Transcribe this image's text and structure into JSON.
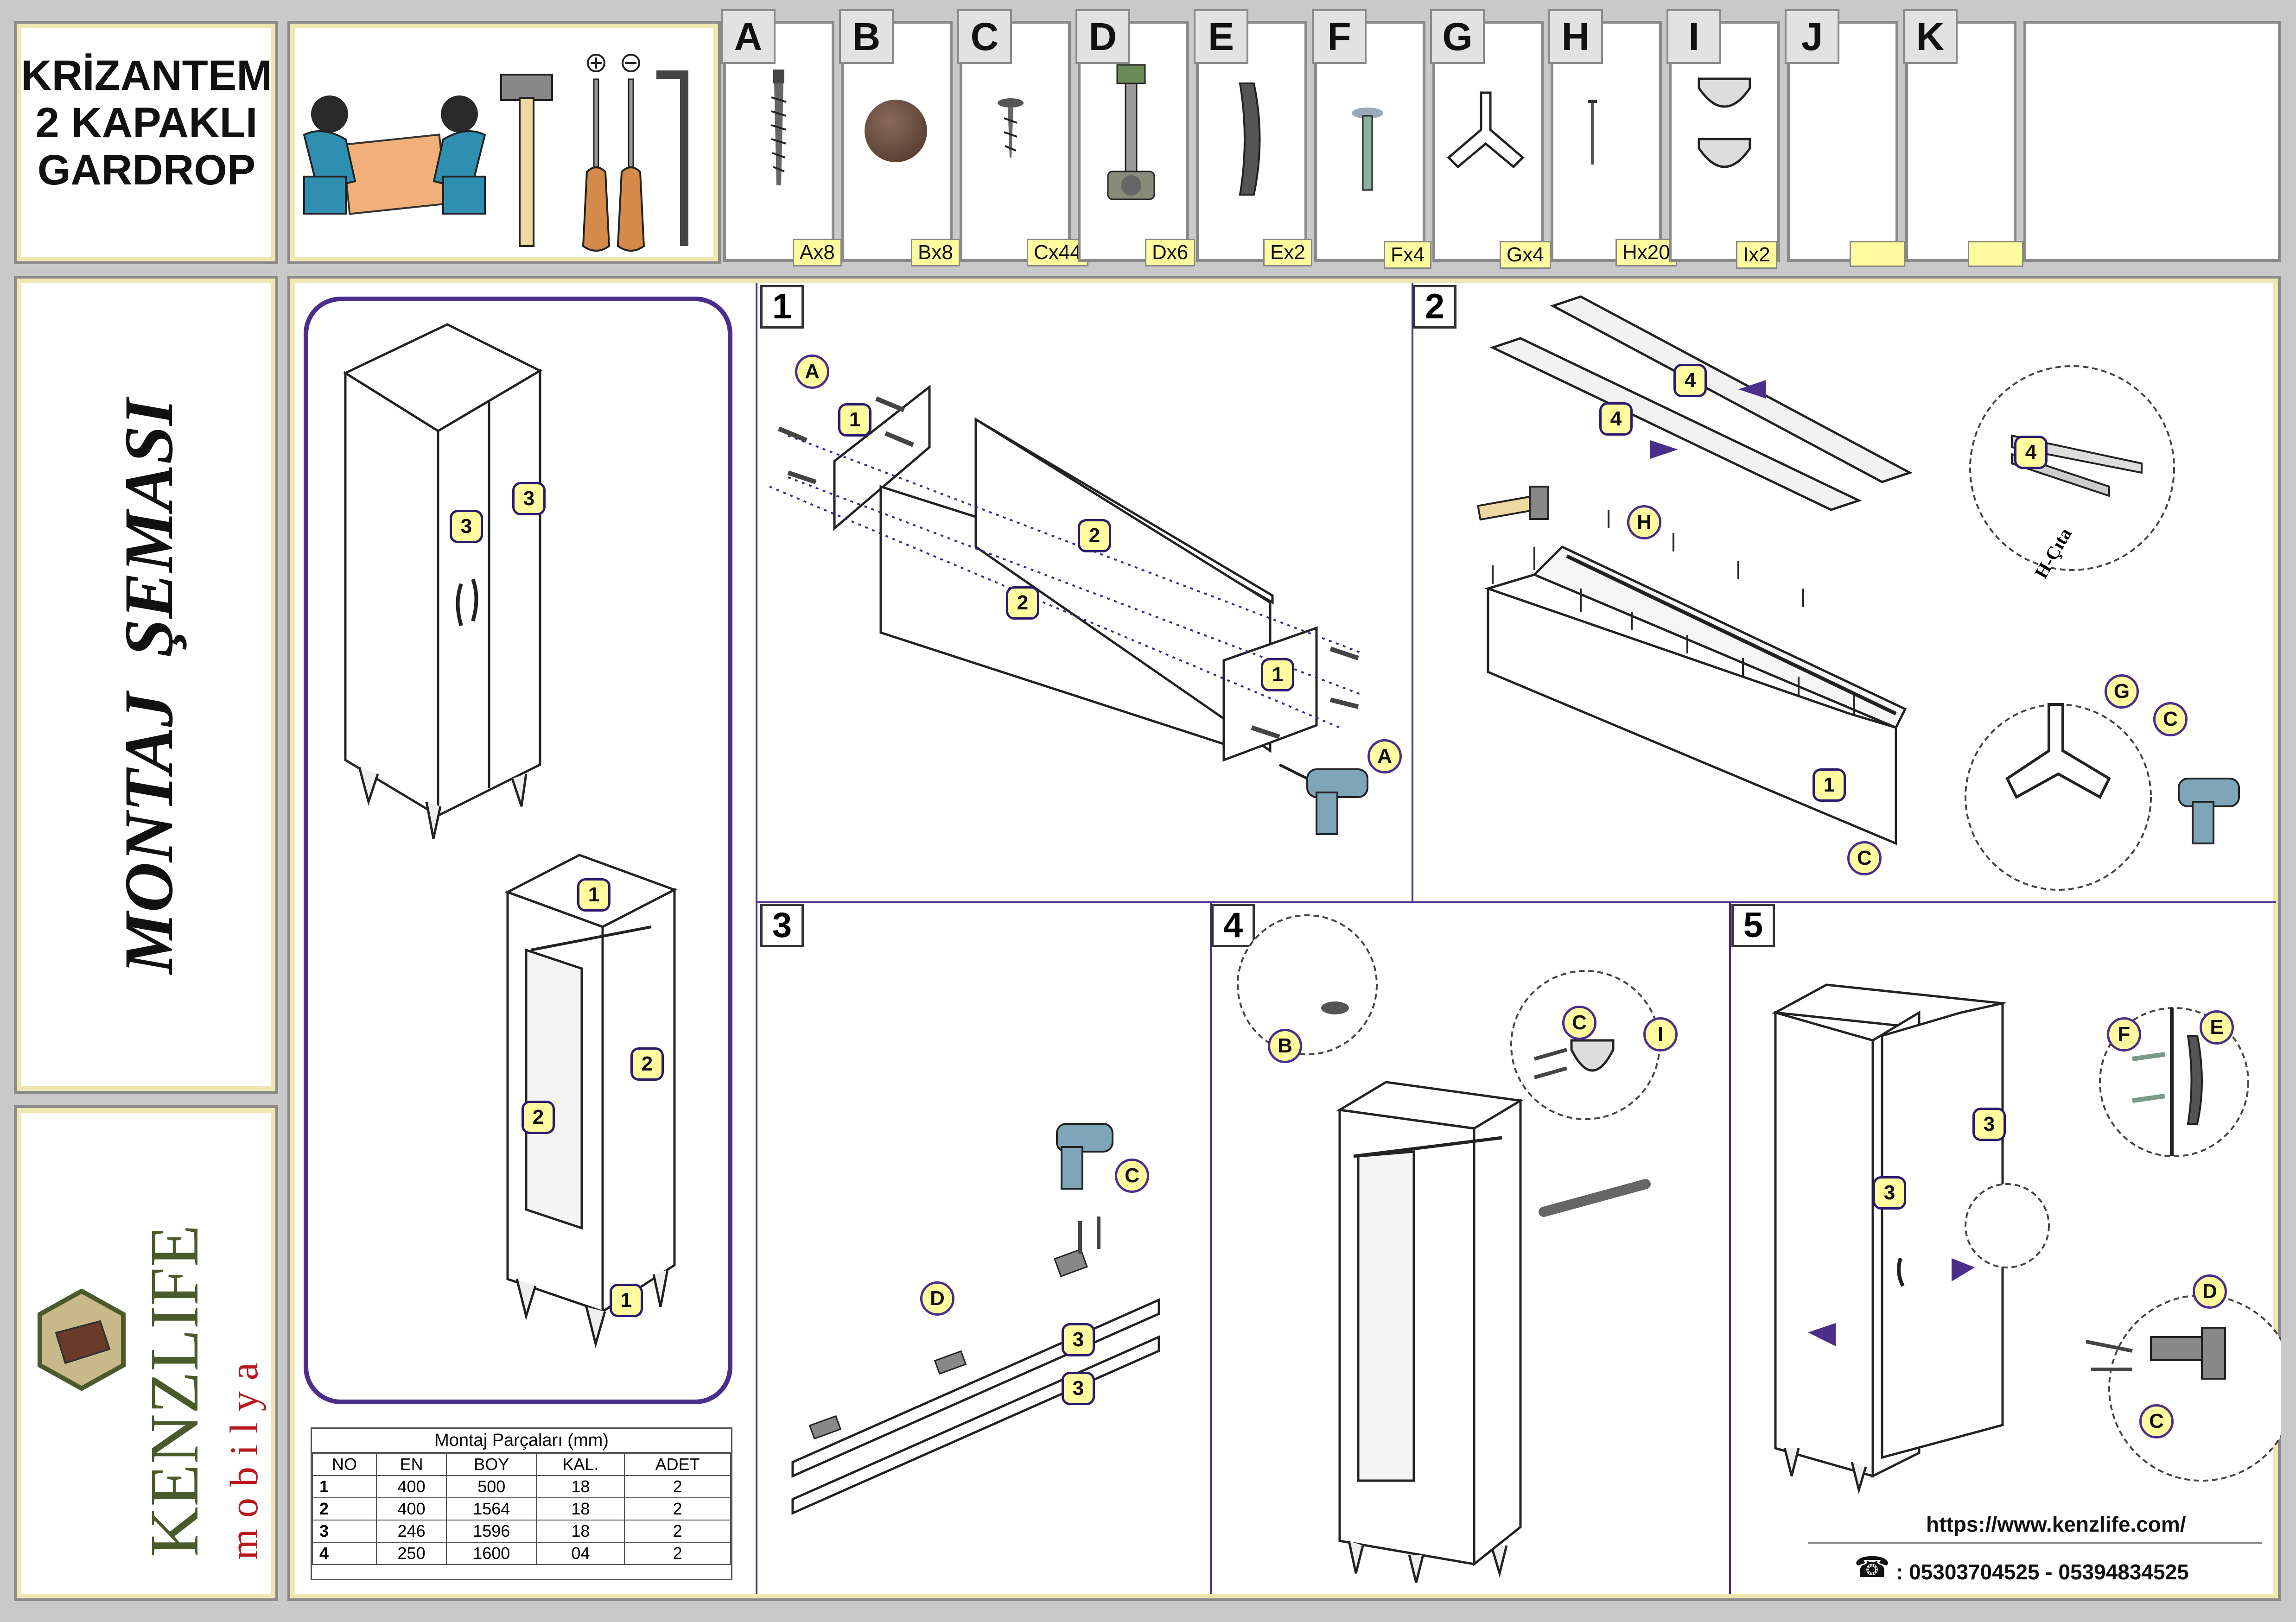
{
  "product": {
    "line1": "KRİZANTEM",
    "line2": "2 KAPAKLI",
    "line3": "GARDROP"
  },
  "parts": [
    {
      "letter": "A",
      "qty": "Ax8"
    },
    {
      "letter": "B",
      "qty": "Bx8"
    },
    {
      "letter": "C",
      "qty": "Cx44"
    },
    {
      "letter": "D",
      "qty": "Dx6"
    },
    {
      "letter": "E",
      "qty": "Ex2"
    },
    {
      "letter": "F",
      "qty": "Fx4"
    },
    {
      "letter": "G",
      "qty": "Gx4"
    },
    {
      "letter": "H",
      "qty": "Hx20"
    },
    {
      "letter": "I",
      "qty": "Ix2"
    },
    {
      "letter": "J",
      "qty": ""
    },
    {
      "letter": "K",
      "qty": ""
    }
  ],
  "side_title": "MONTAJ  ŞEMASI",
  "brand": {
    "name": "KENZLIFE",
    "sub": "mobilya"
  },
  "steps": [
    "1",
    "2",
    "3",
    "4",
    "5"
  ],
  "labels": {
    "A": "A",
    "B": "B",
    "C": "C",
    "D": "D",
    "E": "E",
    "F": "F",
    "G": "G",
    "H": "H",
    "I": "I",
    "p1": "1",
    "p2": "2",
    "p3": "3",
    "p4": "4",
    "hcita": "H-Çıta"
  },
  "parts_table": {
    "caption": "Montaj Parçaları (mm)",
    "headers": [
      "NO",
      "EN",
      "BOY",
      "KAL.",
      "ADET"
    ],
    "rows": [
      [
        "1",
        "400",
        "500",
        "18",
        "2"
      ],
      [
        "2",
        "400",
        "1564",
        "18",
        "2"
      ],
      [
        "3",
        "246",
        "1596",
        "18",
        "2"
      ],
      [
        "4",
        "250",
        "1600",
        "04",
        "2"
      ]
    ]
  },
  "contact": {
    "website": "https://www.kenzlife.com/",
    "phones": ": 05303704525 - 05394834525"
  },
  "colors": {
    "tag_fill": "#fffb9e",
    "accent": "#4a2e8a",
    "brand_red": "#b8181e",
    "brand_green": "#4a5a2a"
  }
}
